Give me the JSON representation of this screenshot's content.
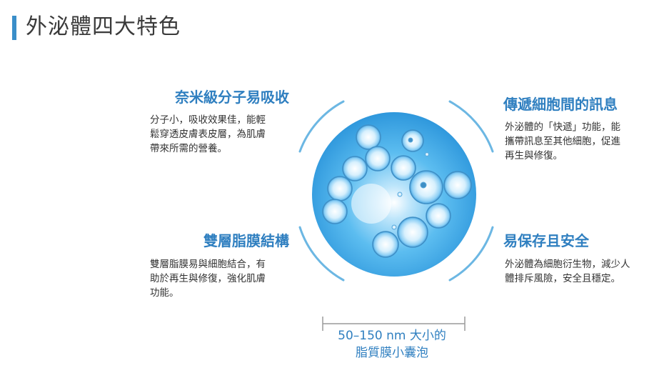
{
  "page": {
    "title": "外泌體四大特色"
  },
  "features": [
    {
      "title": "奈米級分子易吸收",
      "lines": [
        "分子小，吸收效果佳，能輕",
        "鬆穿透皮膚表皮層，為肌膚",
        "帶來所需的營養。"
      ]
    },
    {
      "title": "傳遞細胞間的訊息",
      "lines": [
        "外泌體的「快遞」功能，能",
        "攜帶訊息至其他細胞，促進",
        "再生與修復。"
      ]
    },
    {
      "title": "雙層脂膜結構",
      "lines": [
        "雙層脂膜易與細胞結合，有",
        "助於再生與修復，強化肌膚",
        "功能。"
      ]
    },
    {
      "title": "易保存且安全",
      "lines": [
        "外泌體為細胞衍生物，減少人",
        "體排斥風險，安全且穩定。"
      ]
    }
  ],
  "size_label": {
    "line1": "50–150 nm 大小的",
    "line2": "脂質膜小囊泡"
  },
  "colors": {
    "accent": "#2f7fc0",
    "bar": "#3a8ec9",
    "sphere": "#4fb3ee"
  }
}
